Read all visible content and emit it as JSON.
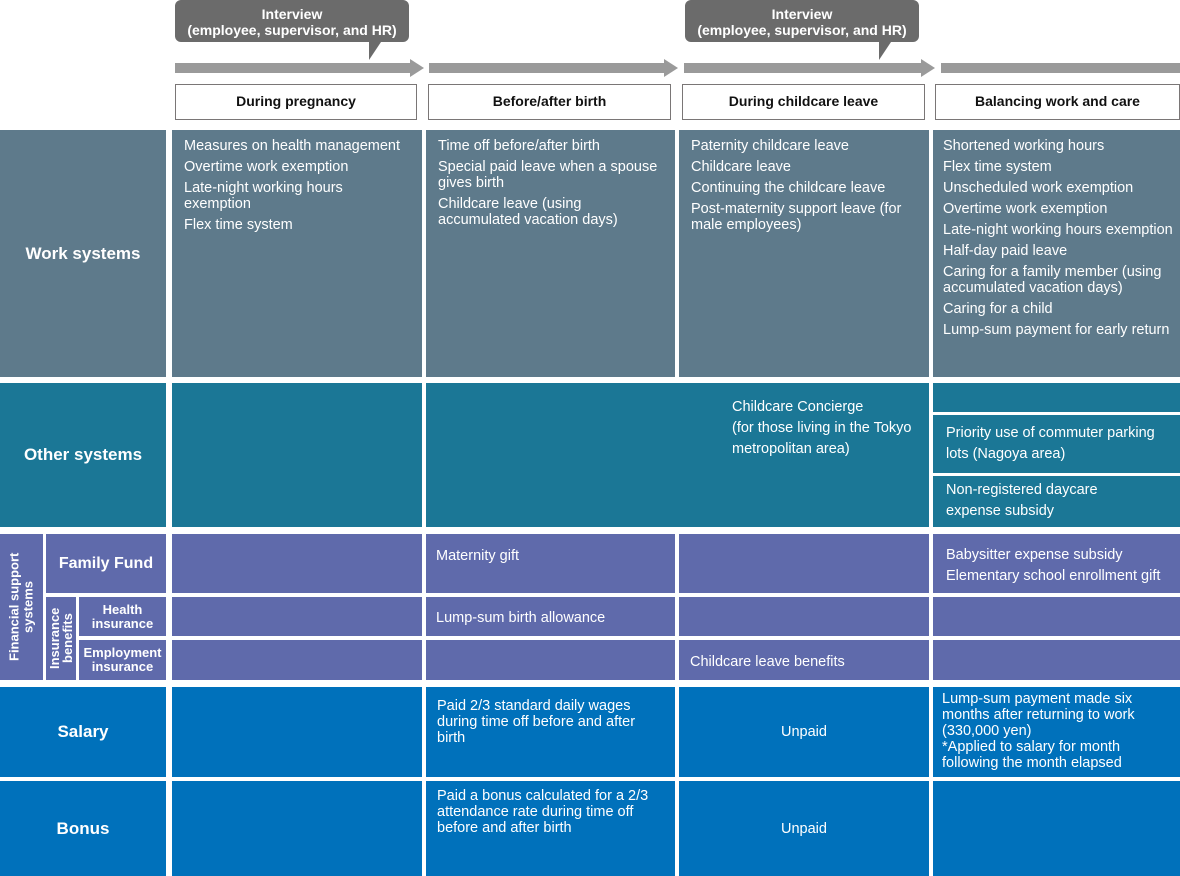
{
  "timeline": {
    "interviews": [
      {
        "line1": "Interview",
        "line2": "(employee, supervisor, and HR)"
      },
      {
        "line1": "Interview",
        "line2": "(employee, supervisor, and HR)"
      }
    ],
    "phases": [
      "During pregnancy",
      "Before/after birth",
      "During childcare leave",
      "Balancing work and care"
    ]
  },
  "rows": {
    "work": {
      "label": "Work systems",
      "cells": [
        [
          "Measures on health management",
          "Overtime work exemption",
          "Late-night working hours exemption",
          "Flex time system"
        ],
        [
          "Time off before/after birth",
          "Special paid leave when a spouse gives birth",
          "Childcare leave (using accumulated vacation days)"
        ],
        [
          "Paternity childcare leave",
          "Childcare leave",
          "Continuing the childcare leave",
          "Post-maternity support leave (for male employees)"
        ],
        [
          "Shortened working hours",
          "Flex time system",
          "Unscheduled work exemption",
          "Overtime work exemption",
          "Late-night working hours exemption",
          "Half-day paid leave",
          "Caring for a family member (using accumulated vacation days)",
          "Caring for a child",
          "Lump-sum payment for early return"
        ]
      ]
    },
    "other": {
      "label": "Other systems",
      "concierge": [
        "Childcare Concierge",
        "(for those living in the Tokyo",
        "metropolitan area)"
      ],
      "parking": [
        "Priority use of commuter parking",
        "lots (Nagoya area)"
      ],
      "daycare": [
        "Non-registered daycare",
        "expense subsidy"
      ]
    },
    "financial": {
      "group_label": "Financial support systems",
      "family_fund": {
        "label": "Family Fund",
        "cells": [
          [],
          [
            "Maternity gift"
          ],
          [],
          [
            "Babysitter expense subsidy",
            "Elementary school enrollment gift"
          ]
        ]
      },
      "insurance_group_label": "Insurance benefits",
      "health": {
        "label": "Health insurance",
        "cells": [
          [],
          [
            "Lump-sum birth allowance"
          ],
          [],
          []
        ]
      },
      "employment": {
        "label": "Employment insurance",
        "cells": [
          [],
          [],
          [
            "Childcare leave benefits"
          ],
          []
        ]
      }
    },
    "salary": {
      "label": "Salary",
      "cells": [
        "",
        "Paid 2/3 standard daily wages during time off before and after birth",
        "Unpaid",
        "Lump-sum payment made six months after returning to work (330,000 yen)\n*Applied to salary for month following the month elapsed"
      ]
    },
    "bonus": {
      "label": "Bonus",
      "cells": [
        "",
        "Paid a bonus calculated for a 2/3 attendance rate during time off before and after birth",
        "Unpaid",
        ""
      ]
    }
  },
  "colors": {
    "work": "#5e7a8b",
    "other": "#1b7796",
    "financial": "#5f6aab",
    "pay": "#0071bb",
    "bubble": "#6b6b6b",
    "arrow": "#9a9a9a"
  }
}
